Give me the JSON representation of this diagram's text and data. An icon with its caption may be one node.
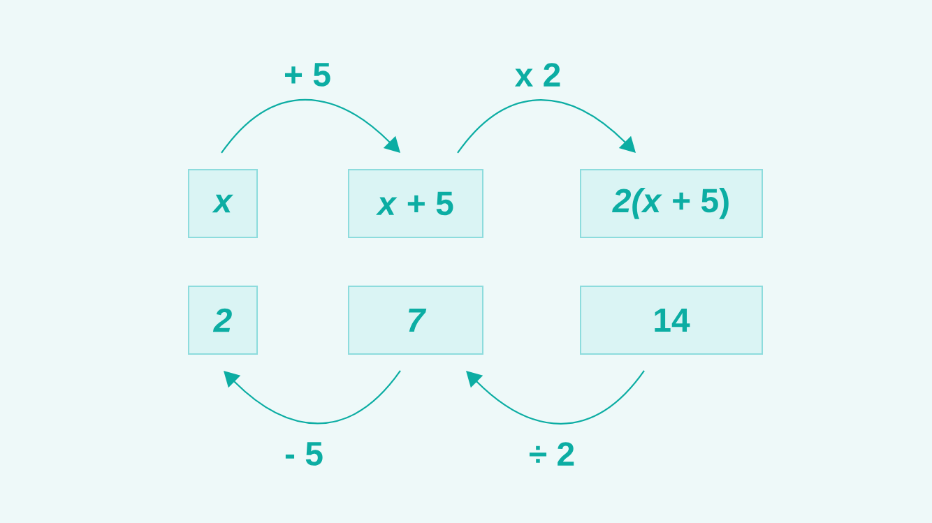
{
  "diagram": {
    "nodes": [
      {
        "text": [
          "x"
        ]
      },
      {
        "text": [
          "*x* + 5"
        ]
      },
      {
        "text": [
          "*2(x* + 5)"
        ]
      },
      {
        "text": [
          "2"
        ]
      },
      {
        "text": [
          "7"
        ]
      },
      {
        "text": [
          "14"
        ]
      }
    ],
    "edges": [
      {
        "from": 0,
        "to": 1,
        "arrow": "to",
        "label": "+ 5"
      },
      {
        "from": 1,
        "to": 2,
        "arrow": "to",
        "label": "x 2"
      },
      {
        "from": 4,
        "to": 3,
        "arrow": "to",
        "label": "- 5"
      },
      {
        "from": 5,
        "to": 4,
        "arrow": "to",
        "label": "÷ 2"
      }
    ]
  }
}
